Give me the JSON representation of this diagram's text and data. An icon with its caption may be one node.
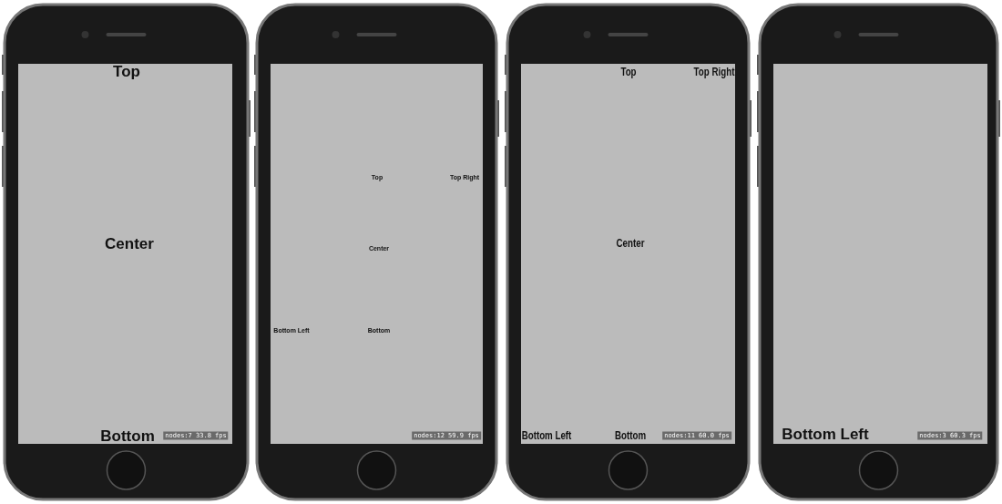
{
  "diagram": {
    "labels": [
      "Top",
      "Center",
      "Bottom",
      "nodes:7  33.8 fps",
      "Top",
      "Top Right",
      "Center",
      "Bottom Left",
      "Bottom",
      "nodes:12  59.9 fps",
      "Top",
      "Top Right",
      "Center",
      "Bottom Left",
      "Bottom",
      "nodes:11  60.0 fps",
      "Bottom Left",
      "nodes:3  60.3 fps"
    ]
  }
}
